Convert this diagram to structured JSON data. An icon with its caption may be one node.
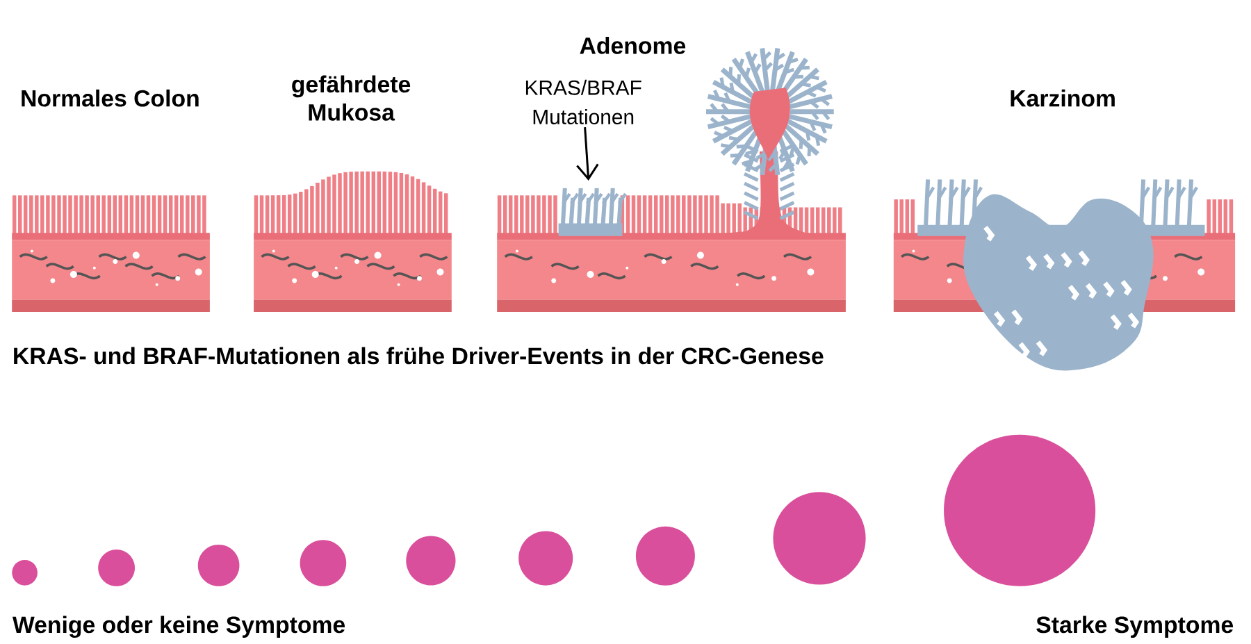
{
  "diagram": {
    "nodes": [
      {
        "text": [
          "KRAS/BRAF Mutationen"
        ]
      },
      {
        "text": [],
        "shape": "picture"
      },
      {
        "text": [],
        "shape": "circle"
      },
      {
        "text": [],
        "shape": "circle"
      },
      {
        "text": [],
        "shape": "circle"
      },
      {
        "text": [],
        "shape": "circle"
      },
      {
        "text": [],
        "shape": "circle"
      },
      {
        "text": [],
        "shape": "circle"
      },
      {
        "text": [],
        "shape": "circle"
      },
      {
        "text": [],
        "shape": "circle"
      },
      {
        "text": [],
        "shape": "circle"
      }
    ],
    "edges": [
      {
        "from": 0,
        "to": 1,
        "arrow": "to"
      }
    ],
    "labels": [
      "Adenome",
      "Normales Colon",
      "gefährdete Mukosa",
      "Karzinom",
      "KRAS- und BRAF-Mutationen als frühe Driver-Events in der CRC-Genese",
      "Wenige oder keine Symptome",
      "Starke Symptome"
    ]
  }
}
